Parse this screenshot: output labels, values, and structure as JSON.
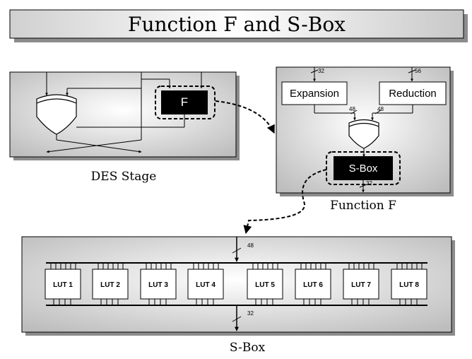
{
  "title": "Function F and S-Box",
  "des_stage": {
    "caption": "DES Stage",
    "f_label": "F"
  },
  "function_f": {
    "caption": "Function F",
    "expansion_label": "Expansion",
    "reduction_label": "Reduction",
    "sbox_label": "S-Box",
    "expansion_in_width": "32",
    "reduction_in_width": "56",
    "expansion_out_width": "48",
    "reduction_out_width": "48",
    "sbox_out_width": "32"
  },
  "sbox": {
    "caption": "S-Box",
    "input_width": "48",
    "output_width": "32",
    "luts": [
      "LUT 1",
      "LUT 2",
      "LUT 3",
      "LUT 4",
      "LUT 5",
      "LUT 6",
      "LUT 7",
      "LUT 8"
    ]
  },
  "colors": {
    "black_block": "#000000",
    "panel_gray": "#dcdcdc",
    "shadow": "#8c8c8c"
  }
}
